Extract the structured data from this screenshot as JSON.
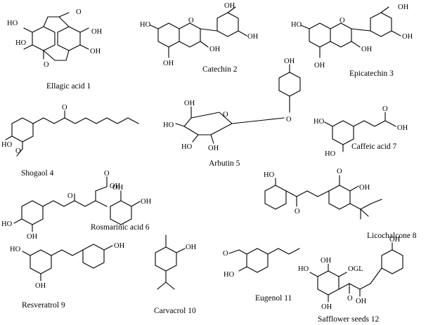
{
  "figure": {
    "compounds": [
      {
        "id": "ellagic-acid",
        "caption": "Ellagic acid 1"
      },
      {
        "id": "catechin",
        "caption": "Catechin 2"
      },
      {
        "id": "epicatechin",
        "caption": "Epicatechin 3"
      },
      {
        "id": "shogaol",
        "caption": "Shogaol 4"
      },
      {
        "id": "arbutin",
        "caption": "Arbutin 5"
      },
      {
        "id": "rosmarinic-acid",
        "caption": "Rosmarinic acid 6"
      },
      {
        "id": "caffeic-acid",
        "caption": "Caffeic acid 7"
      },
      {
        "id": "licochalcone",
        "caption": "Licochalcone 8"
      },
      {
        "id": "resveratrol",
        "caption": "Resveratrol 9"
      },
      {
        "id": "carvacrol",
        "caption": "Carvacrol 10"
      },
      {
        "id": "eugenol",
        "caption": "Eugenol 11"
      },
      {
        "id": "safflower-seeds",
        "caption": "Safflower seeds 12"
      }
    ]
  },
  "labels": {
    "oh": "OH",
    "ho": "HO",
    "o": "O",
    "ogl": "OGL"
  }
}
